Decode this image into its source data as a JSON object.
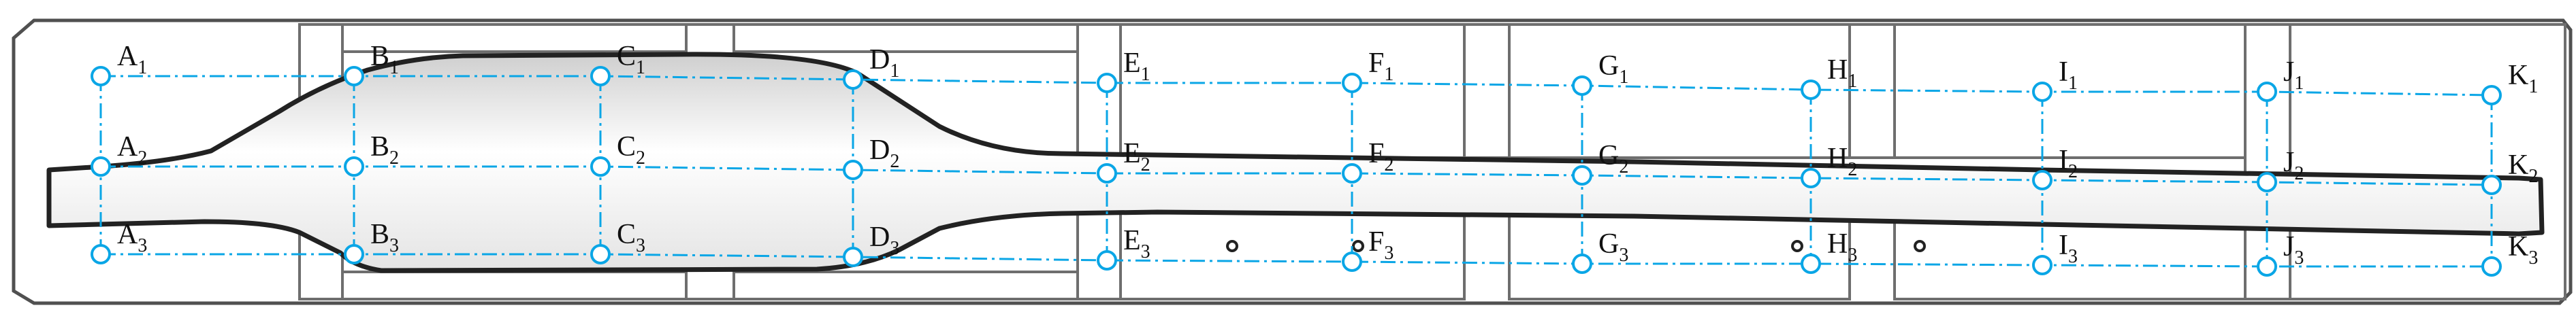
{
  "colors": {
    "outline": "#505050",
    "panel": "#6e6e6e",
    "part": "#222222",
    "guide": "#0aa6e6",
    "marker": "#0aa6e6"
  },
  "labels": {
    "A1": {
      "base": "A",
      "sub": "1"
    },
    "B1": {
      "base": "B",
      "sub": "1"
    },
    "C1": {
      "base": "C",
      "sub": "1"
    },
    "D1": {
      "base": "D",
      "sub": "1"
    },
    "E1": {
      "base": "E",
      "sub": "1"
    },
    "F1": {
      "base": "F",
      "sub": "1"
    },
    "G1": {
      "base": "G",
      "sub": "1"
    },
    "H1": {
      "base": "H",
      "sub": "1"
    },
    "I1": {
      "base": "I",
      "sub": "1"
    },
    "J1": {
      "base": "J",
      "sub": "1"
    },
    "K1": {
      "base": "K",
      "sub": "1"
    },
    "A2": {
      "base": "A",
      "sub": "2"
    },
    "B2": {
      "base": "B",
      "sub": "2"
    },
    "C2": {
      "base": "C",
      "sub": "2"
    },
    "D2": {
      "base": "D",
      "sub": "2"
    },
    "E2": {
      "base": "E",
      "sub": "2"
    },
    "F2": {
      "base": "F",
      "sub": "2"
    },
    "G2": {
      "base": "G",
      "sub": "2"
    },
    "H2": {
      "base": "H",
      "sub": "2"
    },
    "I2": {
      "base": "I",
      "sub": "2"
    },
    "J2": {
      "base": "J",
      "sub": "2"
    },
    "K2": {
      "base": "K",
      "sub": "2"
    },
    "A3": {
      "base": "A",
      "sub": "3"
    },
    "B3": {
      "base": "B",
      "sub": "3"
    },
    "C3": {
      "base": "C",
      "sub": "3"
    },
    "D3": {
      "base": "D",
      "sub": "3"
    },
    "E3": {
      "base": "E",
      "sub": "3"
    },
    "F3": {
      "base": "F",
      "sub": "3"
    },
    "G3": {
      "base": "G",
      "sub": "3"
    },
    "H3": {
      "base": "H",
      "sub": "3"
    },
    "I3": {
      "base": "I",
      "sub": "3"
    },
    "J3": {
      "base": "J",
      "sub": "3"
    },
    "K3": {
      "base": "K",
      "sub": "3"
    }
  }
}
